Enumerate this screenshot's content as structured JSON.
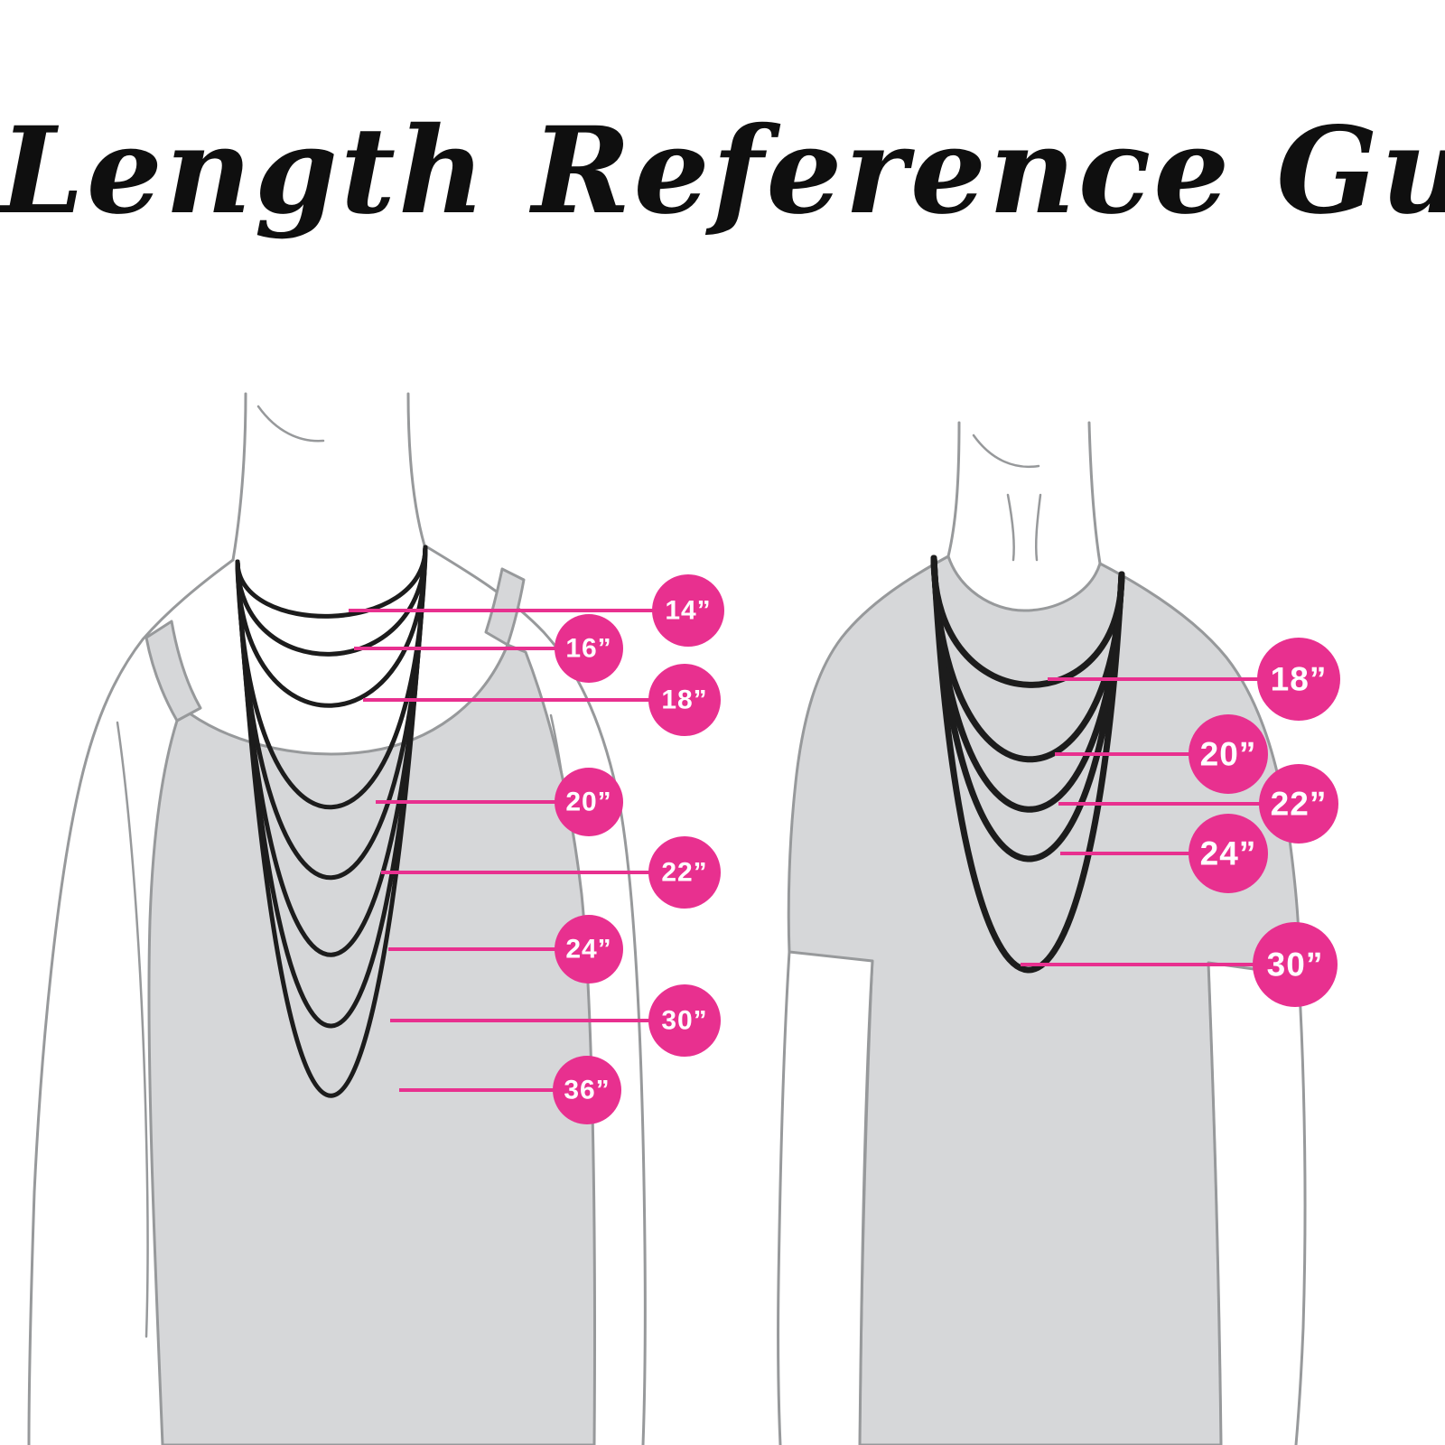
{
  "title": "Length Reference Guide",
  "colors": {
    "background": "#ffffff",
    "title": "#0f0f0f",
    "figure_fill": "#d6d7d9",
    "figure_outline": "#97999b",
    "necklace": "#1c1c1c",
    "badge": "#e8308f",
    "badge_text": "#ffffff",
    "leader": "#e8308f"
  },
  "figures": [
    {
      "subject": "woman-silhouette",
      "labels": [
        "14”",
        "16”",
        "18”",
        "20”",
        "22”",
        "24”",
        "30”",
        "36”"
      ]
    },
    {
      "subject": "man-silhouette",
      "labels": [
        "18”",
        "20”",
        "22”",
        "24”",
        "30”"
      ]
    }
  ]
}
